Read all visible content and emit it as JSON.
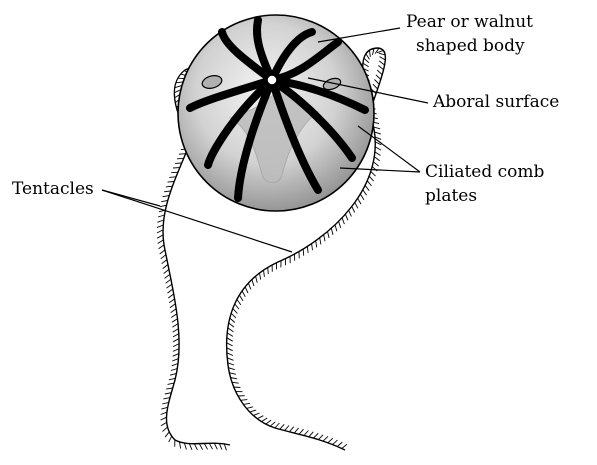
{
  "labels": {
    "body": [
      "Pear or walnut",
      "shaped body"
    ],
    "aboral": "Aboral surface",
    "comb": [
      "Ciliated comb",
      "plates"
    ],
    "tentacles": "Tentacles"
  },
  "colors": {
    "ink": "#000000",
    "body_light": "#f2f2f2",
    "body_mid": "#c9c9c9",
    "body_dark": "#8e8e8e",
    "stomach": "#bdbdbd"
  }
}
